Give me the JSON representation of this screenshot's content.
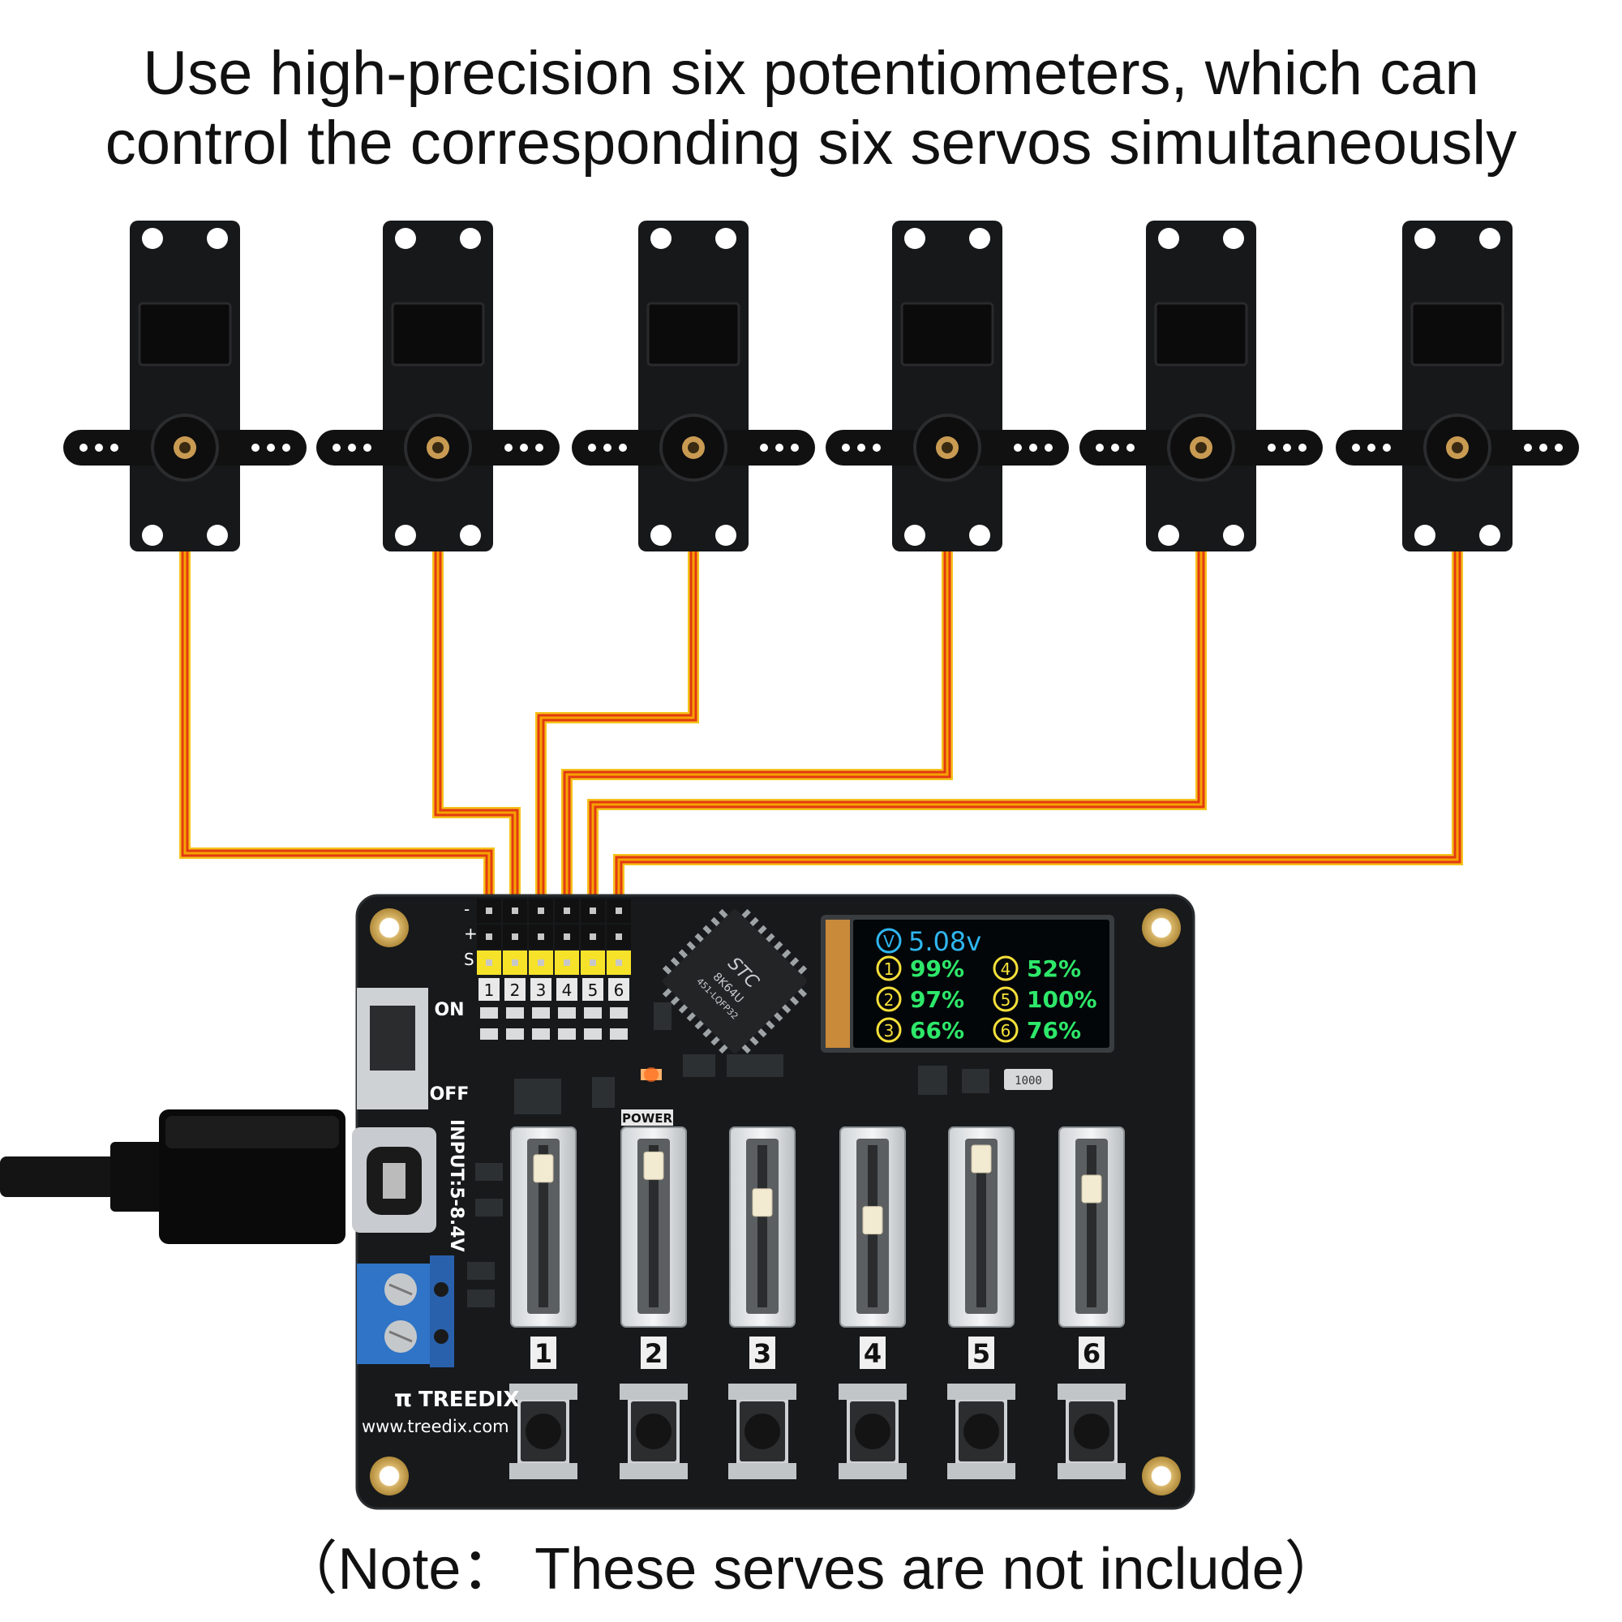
{
  "headline": {
    "line1": "Use high-precision six potentiometers, which can",
    "line2": "control the corresponding six servos simultaneously"
  },
  "note": "（Note：  These serves are not include）",
  "board": {
    "switch_on": "ON",
    "switch_off": "OFF",
    "power_label": "POWER",
    "input_label": "INPUT:5-8.4V",
    "header_rows": [
      "-",
      "+",
      "S"
    ],
    "header_numbers": [
      "1",
      "2",
      "3",
      "4",
      "5",
      "6"
    ],
    "chip_brand": "STC",
    "chip_model": "8K64U",
    "chip_sub": "451-LQFP32",
    "resistor_code": "1000",
    "brand": "TREEDIX",
    "website": "www.treedix.com",
    "slider_numbers": [
      "1",
      "2",
      "3",
      "4",
      "5",
      "6"
    ]
  },
  "screen": {
    "voltage_symbol": "V",
    "voltage": "5.08v",
    "channels": [
      {
        "id": "1",
        "value": "99%"
      },
      {
        "id": "2",
        "value": "97%"
      },
      {
        "id": "3",
        "value": "66%"
      },
      {
        "id": "4",
        "value": "52%"
      },
      {
        "id": "5",
        "value": "100%"
      },
      {
        "id": "6",
        "value": "76%"
      }
    ],
    "colors": {
      "voltage": "#2fb6f0",
      "channel_id": "#f5e03a",
      "channel_value": "#2ee86a",
      "background": "#030608"
    }
  },
  "sliders": [
    0.93,
    0.95,
    0.68,
    0.55,
    1.0,
    0.78
  ],
  "colors": {
    "board": "#17191b",
    "wire_outer": "#f6c21b",
    "wire_mid": "#e23a12",
    "wire_inner": "#f6a200",
    "terminal_block": "#2f74c6",
    "servo_body": "#17181a"
  }
}
